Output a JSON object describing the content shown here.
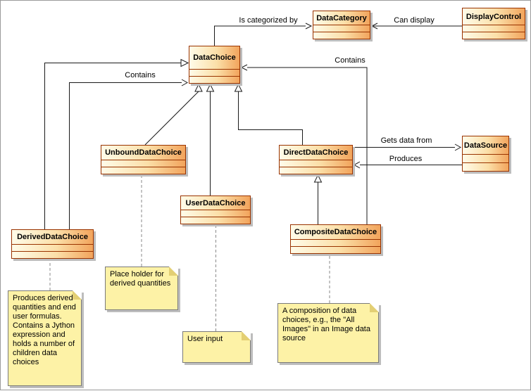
{
  "classes": [
    {
      "name": "DataChoice"
    },
    {
      "name": "DataCategory"
    },
    {
      "name": "DisplayControl"
    },
    {
      "name": "UnboundDataChoice"
    },
    {
      "name": "DirectDataChoice"
    },
    {
      "name": "DataSource"
    },
    {
      "name": "UserDataChoice"
    },
    {
      "name": "CompositeDataChoice"
    },
    {
      "name": "DerivedDataChoice"
    }
  ],
  "edge_labels": {
    "is_categorized_by": "Is categorized by",
    "can_display": "Can display",
    "contains_top": "Contains",
    "contains_left": "Contains",
    "gets_data_from": "Gets data from",
    "produces": "Produces"
  },
  "notes": [
    {
      "text": "Place holder for derived quantities"
    },
    {
      "text": "Produces derived quantities and end user formulas. Contains a Jython expression and holds a number of children data choices"
    },
    {
      "text": "User input"
    },
    {
      "text": "A composition of data choices, e.g., the \"All Images\" in an Image data source"
    }
  ],
  "relationships": [
    {
      "from": "DataChoice",
      "to": "DataCategory",
      "type": "association",
      "label": "Is categorized by"
    },
    {
      "from": "DisplayControl",
      "to": "DataCategory",
      "type": "association",
      "label": "Can display"
    },
    {
      "from": "CompositeDataChoice",
      "to": "DataChoice",
      "type": "association",
      "label": "Contains"
    },
    {
      "from": "DerivedDataChoice",
      "to": "DataChoice",
      "type": "association",
      "label": "Contains"
    },
    {
      "from": "DirectDataChoice",
      "to": "DataSource",
      "type": "association",
      "label": "Gets data from"
    },
    {
      "from": "DataSource",
      "to": "DirectDataChoice",
      "type": "association",
      "label": "Produces"
    },
    {
      "from": "UnboundDataChoice",
      "to": "DataChoice",
      "type": "generalization"
    },
    {
      "from": "UserDataChoice",
      "to": "DataChoice",
      "type": "generalization"
    },
    {
      "from": "DerivedDataChoice",
      "to": "DataChoice",
      "type": "generalization"
    },
    {
      "from": "DirectDataChoice",
      "to": "DataChoice",
      "type": "generalization"
    },
    {
      "from": "CompositeDataChoice",
      "to": "DirectDataChoice",
      "type": "generalization"
    }
  ],
  "colors": {
    "class_fill_light": "#fffce9",
    "class_fill_dark": "#f2a45c",
    "class_border": "#993300",
    "note_fill": "#fdf2a6",
    "note_border": "#7a7a7a",
    "line": "#1a1a1a",
    "shadow": "#bdbdbd"
  }
}
